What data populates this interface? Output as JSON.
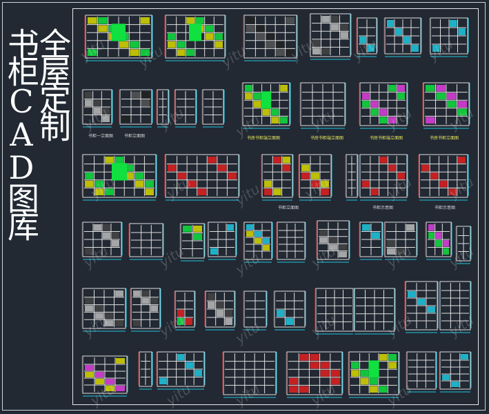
{
  "title": {
    "line1": "全屋定制",
    "line2": "书柜CAD图库"
  },
  "colors": {
    "background": "#222933",
    "frame": "#e6e9ee",
    "line_white": "#e0e0e0",
    "line_cyan": "#20c8e0",
    "line_red": "#e02020",
    "line_yellow": "#d8d800",
    "line_green": "#10e040",
    "line_magenta": "#e040e0"
  },
  "captions": {
    "c1": "书柜一立面图",
    "c2": "书柜立面图",
    "c3": "书房书柜端立面图",
    "c4": "书房书柜端立面图",
    "c5": "书房书柜端立面图",
    "c6": "书房书柜立面图",
    "c7": "书柜示意图",
    "c8": "书柜示意图",
    "c9": "书柜立面图"
  },
  "watermark": "yitu"
}
